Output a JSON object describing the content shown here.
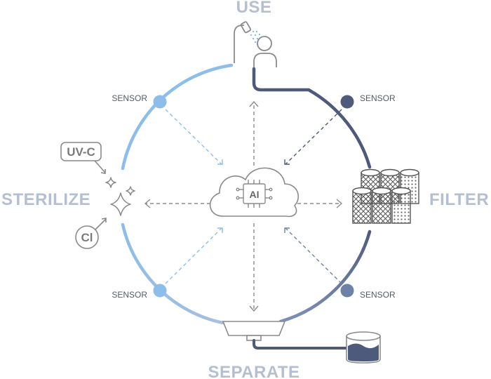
{
  "stages": {
    "use": "USE",
    "filter": "FILTER",
    "separate": "SEPARATE",
    "sterilize": "STERILIZE"
  },
  "sensors": {
    "top_left": "SENSOR",
    "top_right": "SENSOR",
    "bottom_left": "SENSOR",
    "bottom_right": "SENSOR"
  },
  "hub": {
    "label": "AI"
  },
  "sterilize_inputs": {
    "uvc": "UV-C",
    "cl": "Cl"
  },
  "colors": {
    "light_blue": "#8dbdea",
    "dark_navy": "#4d5a7c",
    "mid_blue": "#6d82a6",
    "icon_gray": "#8a8a8a",
    "stage_label": "#b4bfd2"
  }
}
